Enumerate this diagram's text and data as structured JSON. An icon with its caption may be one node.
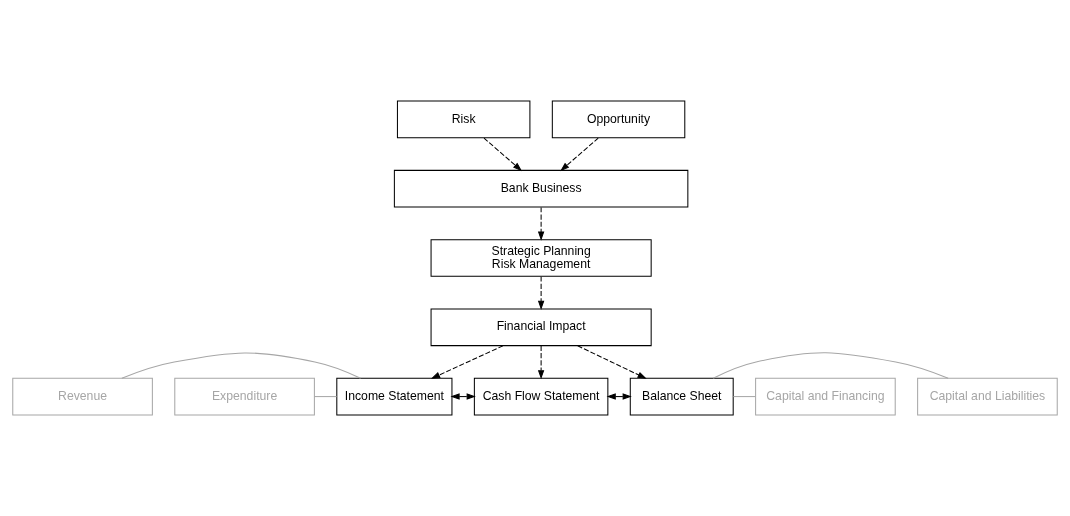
{
  "diagram": {
    "nodes": [
      {
        "text": [
          "Risk"
        ]
      },
      {
        "text": [
          "Opportunity"
        ]
      },
      {
        "text": [
          "Bank Business"
        ]
      },
      {
        "text": [
          "Strategic Planning",
          "Risk Management"
        ]
      },
      {
        "text": [
          "Financial Impact"
        ]
      },
      {
        "text": [
          "Income Statement"
        ]
      },
      {
        "text": [
          "Cash Flow Statement"
        ]
      },
      {
        "text": [
          "Balance Sheet"
        ]
      },
      {
        "text": [
          "Revenue"
        ]
      },
      {
        "text": [
          "Expenditure"
        ]
      },
      {
        "text": [
          "Capital and Liabilities"
        ]
      },
      {
        "text": [
          "Capital and Financing"
        ]
      }
    ],
    "edges": [
      {
        "from": 0,
        "to": 2,
        "arrow": "to",
        "style": "dashed"
      },
      {
        "from": 1,
        "to": 2,
        "arrow": "to",
        "style": "dashed"
      },
      {
        "from": 2,
        "to": 3,
        "arrow": "to",
        "style": "dashed"
      },
      {
        "from": 3,
        "to": 4,
        "arrow": "to",
        "style": "dashed"
      },
      {
        "from": 4,
        "to": 5,
        "arrow": "to",
        "style": "dashed"
      },
      {
        "from": 4,
        "to": 6,
        "arrow": "to",
        "style": "dashed"
      },
      {
        "from": 4,
        "to": 7,
        "arrow": "to",
        "style": "dashed"
      },
      {
        "from": 5,
        "to": 6,
        "arrow": "both"
      },
      {
        "from": 6,
        "to": 7,
        "arrow": "both"
      },
      {
        "from": 8,
        "to": 5,
        "arrow": "none",
        "color": "#a6a6a6"
      },
      {
        "from": 9,
        "to": 5,
        "arrow": "none",
        "color": "#a6a6a6"
      },
      {
        "from": 7,
        "to": 10,
        "arrow": "none",
        "color": "#a6a6a6"
      },
      {
        "from": 7,
        "to": 11,
        "arrow": "none",
        "color": "#a6a6a6"
      }
    ]
  }
}
